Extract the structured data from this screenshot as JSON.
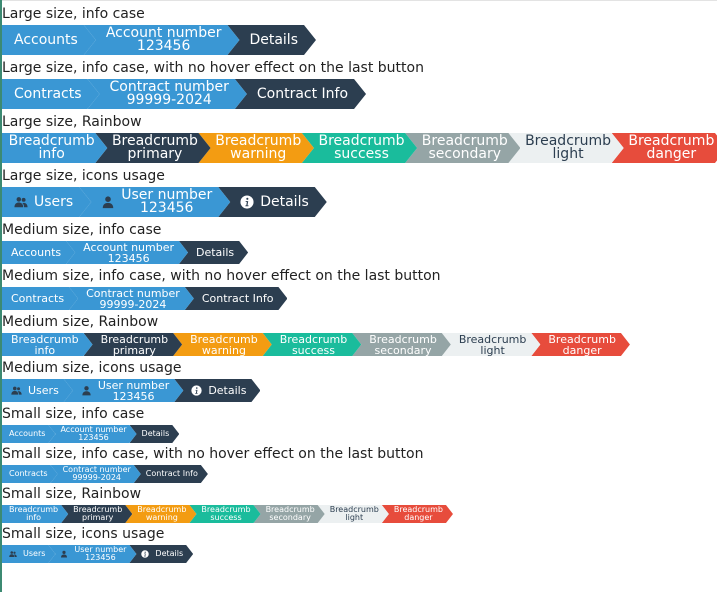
{
  "colors": {
    "info": "#3a97d4",
    "primary": "#2c3e50",
    "warning": "#f39c12",
    "success": "#1abc9c",
    "secondary": "#95a5a6",
    "light": "#ecf0f1",
    "danger": "#e74c3c",
    "text_light": "#ffffff",
    "text_dark": "#2c3e50"
  },
  "sections": [
    {
      "title": "Large size, info case",
      "size": "lg",
      "items": [
        {
          "lines": [
            "Accounts"
          ],
          "color": "info"
        },
        {
          "lines": [
            "Account number",
            "123456"
          ],
          "color": "info"
        },
        {
          "lines": [
            "Details"
          ],
          "color": "primary"
        }
      ]
    },
    {
      "title": "Large size, info case, with no hover effect on the last button",
      "size": "lg",
      "items": [
        {
          "lines": [
            "Contracts"
          ],
          "color": "info"
        },
        {
          "lines": [
            "Contract number",
            "99999-2024"
          ],
          "color": "info"
        },
        {
          "lines": [
            "Contract Info"
          ],
          "color": "primary"
        }
      ]
    },
    {
      "title": "Large size, Rainbow",
      "size": "lg",
      "items": [
        {
          "lines": [
            "Breadcrumb",
            "info"
          ],
          "color": "info"
        },
        {
          "lines": [
            "Breadcrumb",
            "primary"
          ],
          "color": "primary"
        },
        {
          "lines": [
            "Breadcrumb",
            "warning"
          ],
          "color": "warning"
        },
        {
          "lines": [
            "Breadcrumb",
            "success"
          ],
          "color": "success"
        },
        {
          "lines": [
            "Breadcrumb",
            "secondary"
          ],
          "color": "secondary"
        },
        {
          "lines": [
            "Breadcrumb",
            "light"
          ],
          "color": "light"
        },
        {
          "lines": [
            "Breadcrumb",
            "danger"
          ],
          "color": "danger"
        }
      ]
    },
    {
      "title": "Large size, icons usage",
      "size": "lg",
      "items": [
        {
          "lines": [
            "Users"
          ],
          "color": "info",
          "icon": "users-icon"
        },
        {
          "lines": [
            "User number",
            "123456"
          ],
          "color": "info",
          "icon": "user-icon"
        },
        {
          "lines": [
            "Details"
          ],
          "color": "primary",
          "icon": "info-circle-icon"
        }
      ]
    },
    {
      "title": "Medium size, info case",
      "size": "md",
      "items": [
        {
          "lines": [
            "Accounts"
          ],
          "color": "info"
        },
        {
          "lines": [
            "Account number",
            "123456"
          ],
          "color": "info"
        },
        {
          "lines": [
            "Details"
          ],
          "color": "primary"
        }
      ]
    },
    {
      "title": "Medium size, info case, with no hover effect on the last button",
      "size": "md",
      "items": [
        {
          "lines": [
            "Contracts"
          ],
          "color": "info"
        },
        {
          "lines": [
            "Contract number",
            "99999-2024"
          ],
          "color": "info"
        },
        {
          "lines": [
            "Contract Info"
          ],
          "color": "primary"
        }
      ]
    },
    {
      "title": "Medium size, Rainbow",
      "size": "md",
      "items": [
        {
          "lines": [
            "Breadcrumb",
            "info"
          ],
          "color": "info"
        },
        {
          "lines": [
            "Breadcrumb",
            "primary"
          ],
          "color": "primary"
        },
        {
          "lines": [
            "Breadcrumb",
            "warning"
          ],
          "color": "warning"
        },
        {
          "lines": [
            "Breadcrumb",
            "success"
          ],
          "color": "success"
        },
        {
          "lines": [
            "Breadcrumb",
            "secondary"
          ],
          "color": "secondary"
        },
        {
          "lines": [
            "Breadcrumb",
            "light"
          ],
          "color": "light"
        },
        {
          "lines": [
            "Breadcrumb",
            "danger"
          ],
          "color": "danger"
        }
      ]
    },
    {
      "title": "Medium size, icons usage",
      "size": "md",
      "items": [
        {
          "lines": [
            "Users"
          ],
          "color": "info",
          "icon": "users-icon"
        },
        {
          "lines": [
            "User number",
            "123456"
          ],
          "color": "info",
          "icon": "user-icon"
        },
        {
          "lines": [
            "Details"
          ],
          "color": "primary",
          "icon": "info-circle-icon"
        }
      ]
    },
    {
      "title": "Small size, info case",
      "size": "sm",
      "items": [
        {
          "lines": [
            "Accounts"
          ],
          "color": "info"
        },
        {
          "lines": [
            "Account number",
            "123456"
          ],
          "color": "info"
        },
        {
          "lines": [
            "Details"
          ],
          "color": "primary"
        }
      ]
    },
    {
      "title": "Small size, info case, with no hover effect on the last button",
      "size": "sm",
      "items": [
        {
          "lines": [
            "Contracts"
          ],
          "color": "info"
        },
        {
          "lines": [
            "Contract number",
            "99999-2024"
          ],
          "color": "info"
        },
        {
          "lines": [
            "Contract Info"
          ],
          "color": "primary"
        }
      ]
    },
    {
      "title": "Small size, Rainbow",
      "size": "sm",
      "items": [
        {
          "lines": [
            "Breadcrumb",
            "info"
          ],
          "color": "info"
        },
        {
          "lines": [
            "Breadcrumb",
            "primary"
          ],
          "color": "primary"
        },
        {
          "lines": [
            "Breadcrumb",
            "warning"
          ],
          "color": "warning"
        },
        {
          "lines": [
            "Breadcrumb",
            "success"
          ],
          "color": "success"
        },
        {
          "lines": [
            "Breadcrumb",
            "secondary"
          ],
          "color": "secondary"
        },
        {
          "lines": [
            "Breadcrumb",
            "light"
          ],
          "color": "light"
        },
        {
          "lines": [
            "Breadcrumb",
            "danger"
          ],
          "color": "danger"
        }
      ]
    },
    {
      "title": "Small size, icons usage",
      "size": "sm",
      "items": [
        {
          "lines": [
            "Users"
          ],
          "color": "info",
          "icon": "users-icon"
        },
        {
          "lines": [
            "User number",
            "123456"
          ],
          "color": "info",
          "icon": "user-icon"
        },
        {
          "lines": [
            "Details"
          ],
          "color": "primary",
          "icon": "info-circle-icon"
        }
      ]
    }
  ]
}
